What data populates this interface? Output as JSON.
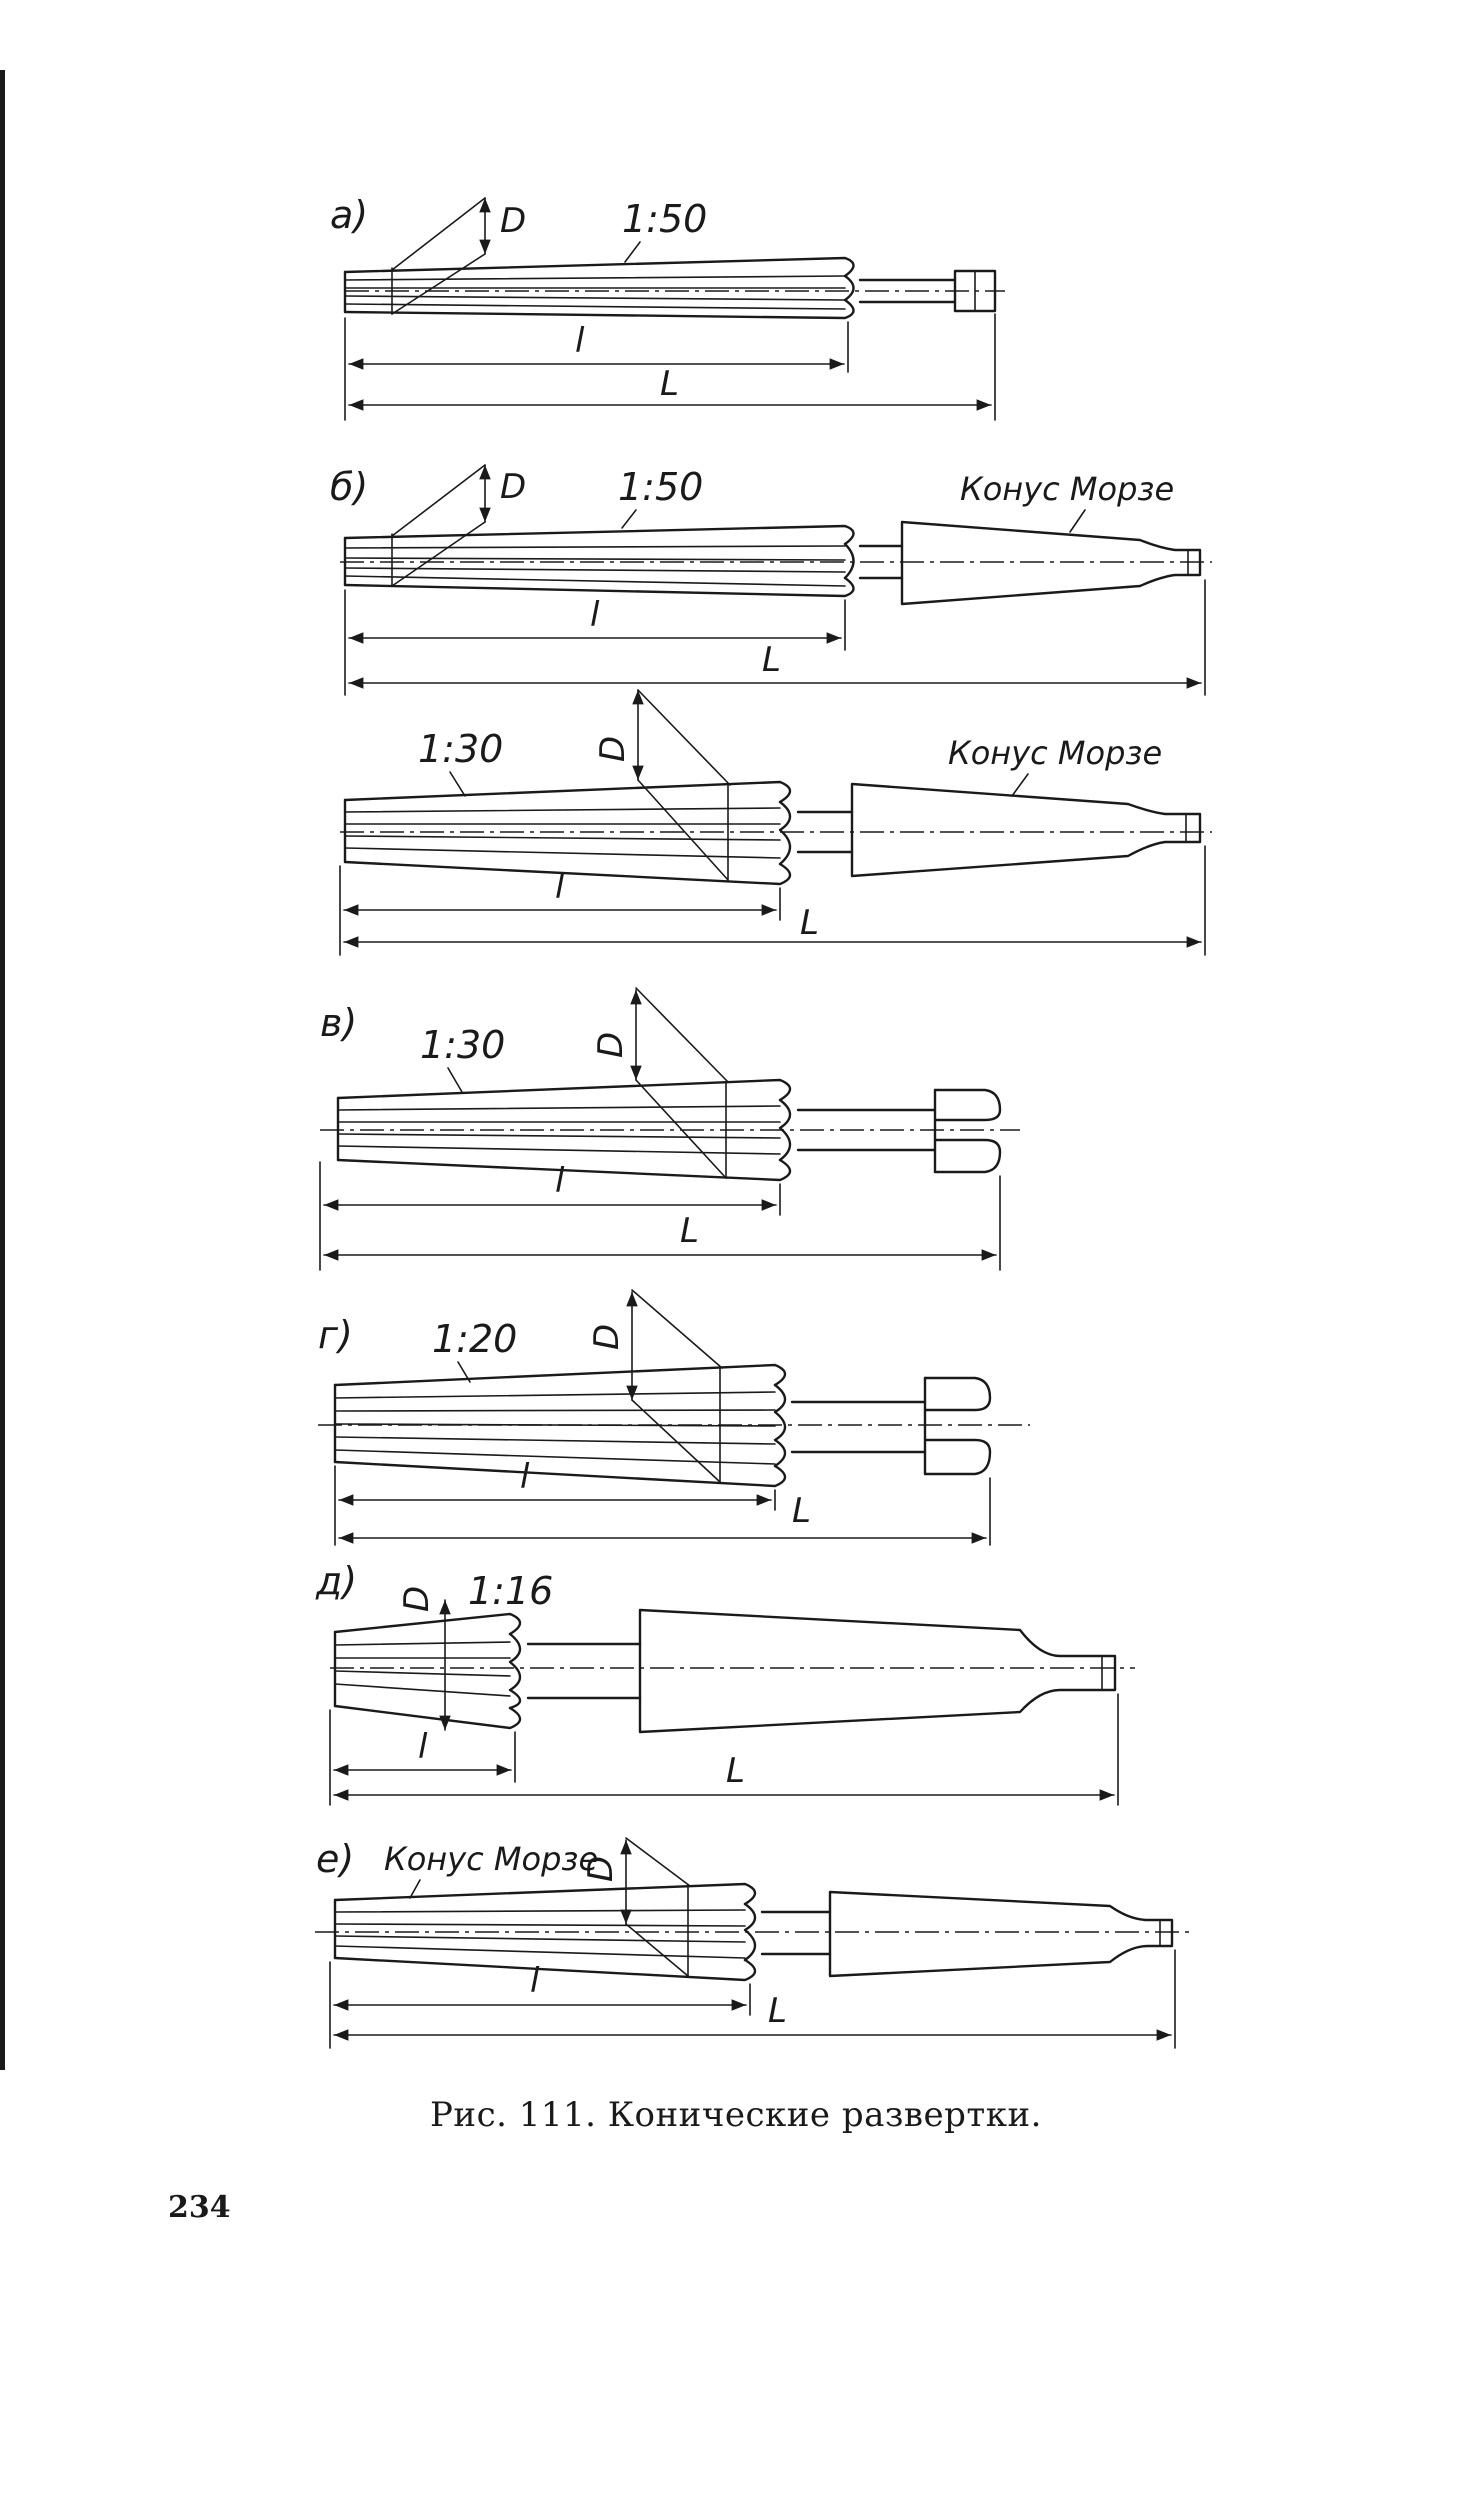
{
  "figure": {
    "caption": "Рис. 111. Конические развертки.",
    "page_number": "234",
    "panels": [
      {
        "id": "a",
        "letter": "а)",
        "taper": "1:50",
        "d": "D",
        "l": "l",
        "L": "L",
        "shank_label": ""
      },
      {
        "id": "b",
        "letter": "б)",
        "taper": "1:50",
        "d": "D",
        "l": "l",
        "L": "L",
        "shank_label": "Конус Морзе"
      },
      {
        "id": "b2",
        "letter": "",
        "taper": "1:30",
        "d": "D",
        "l": "l",
        "L": "L",
        "shank_label": "Конус Морзе"
      },
      {
        "id": "v",
        "letter": "в)",
        "taper": "1:30",
        "d": "D",
        "l": "l",
        "L": "L",
        "shank_label": ""
      },
      {
        "id": "g",
        "letter": "г)",
        "taper": "1:20",
        "d": "D",
        "l": "l",
        "L": "L",
        "shank_label": ""
      },
      {
        "id": "d",
        "letter": "д)",
        "taper": "1:16",
        "d": "D",
        "l": "l",
        "L": "L",
        "shank_label": ""
      },
      {
        "id": "e",
        "letter": "е)",
        "taper": "",
        "d": "D",
        "l": "l",
        "L": "L",
        "shank_label": "Конус Морзе"
      }
    ]
  }
}
